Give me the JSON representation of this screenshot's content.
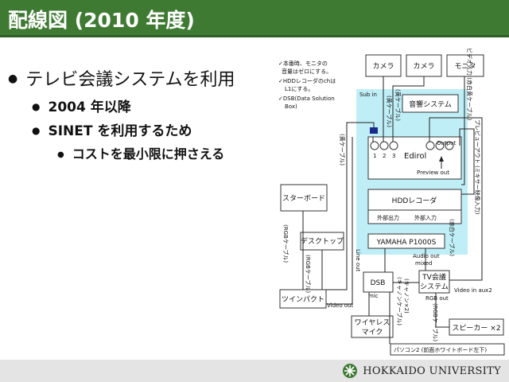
{
  "title": "配線図 (2010 年度)",
  "bullets": [
    {
      "text": "テレビ会議システムを利用"
    },
    {
      "text": "2004 年以降"
    },
    {
      "text": "SINET を利用するため"
    },
    {
      "text": "コストを最小限に押さえる"
    }
  ],
  "diagram": {
    "notes": [
      "✓本番時、モニタの",
      "音量はゼロにする。",
      "✓HDDレコーダのchは",
      "L1にする。",
      "✓DSB(Data Solution",
      "Box)"
    ],
    "camera1": "カメラ",
    "camera2": "カメラ",
    "monitor": "モニタ",
    "audio_system": "音響システム",
    "sub_in": "Sub in",
    "edirol": "Edirol",
    "ch1": "1",
    "ch2": "2",
    "ch3": "3",
    "output": "Output",
    "preview_out": "Preview out",
    "hdd_recorder": "HDDレコーダ",
    "ext_out": "外部出力",
    "ext_in": "外部入力",
    "yamaha": "YAMAHA P1000S",
    "starboard": "スターボード",
    "desktop": "デスクトップ",
    "twinpact": "ツインパクト",
    "dsb": "DSB",
    "tv_conf": [
      "TV会議",
      "システム"
    ],
    "wireless_mic": [
      "ワイヤレス",
      "マイク"
    ],
    "speaker": "スピーカー ×2",
    "pc2": "パソコン2 (前面ホワイトボード左下)",
    "line_out": "Line out",
    "audio_out_mixed": [
      "Audio out",
      "mixed"
    ],
    "rgb_out": "RGB out",
    "video_in_aux2": "Video in aux2",
    "video_out": "Video out",
    "mic": "mic",
    "cable_yellow_left": "(黄ケーブル)",
    "cable_yellow1": "(黄ケーブル)",
    "cable_yellow2": "(黄ケーブル)",
    "video_input_cable": "ビデオ入力 (赤白黄ケーブル)",
    "preview_out_cable": "プレビューアウト (ミキサー映像入力)",
    "rgb_cable_left": "(RGBケーブル)",
    "rgb_cable_desk": "(RGBケーブル)",
    "red_white_cable": "(赤白ケーブル)",
    "canon_cable1": "(キャノンケーブル)",
    "canon_cable2": "(キャノン×2)",
    "rgb_cable_bottom": "(RGBケーブル)"
  },
  "footer": {
    "university": "HOKKAIDO UNIVERSITY"
  },
  "colors": {
    "title_bar": "#3f7a33",
    "diagram_highlight": "#bfeef7",
    "connector_fill": "#1a2a8a"
  }
}
